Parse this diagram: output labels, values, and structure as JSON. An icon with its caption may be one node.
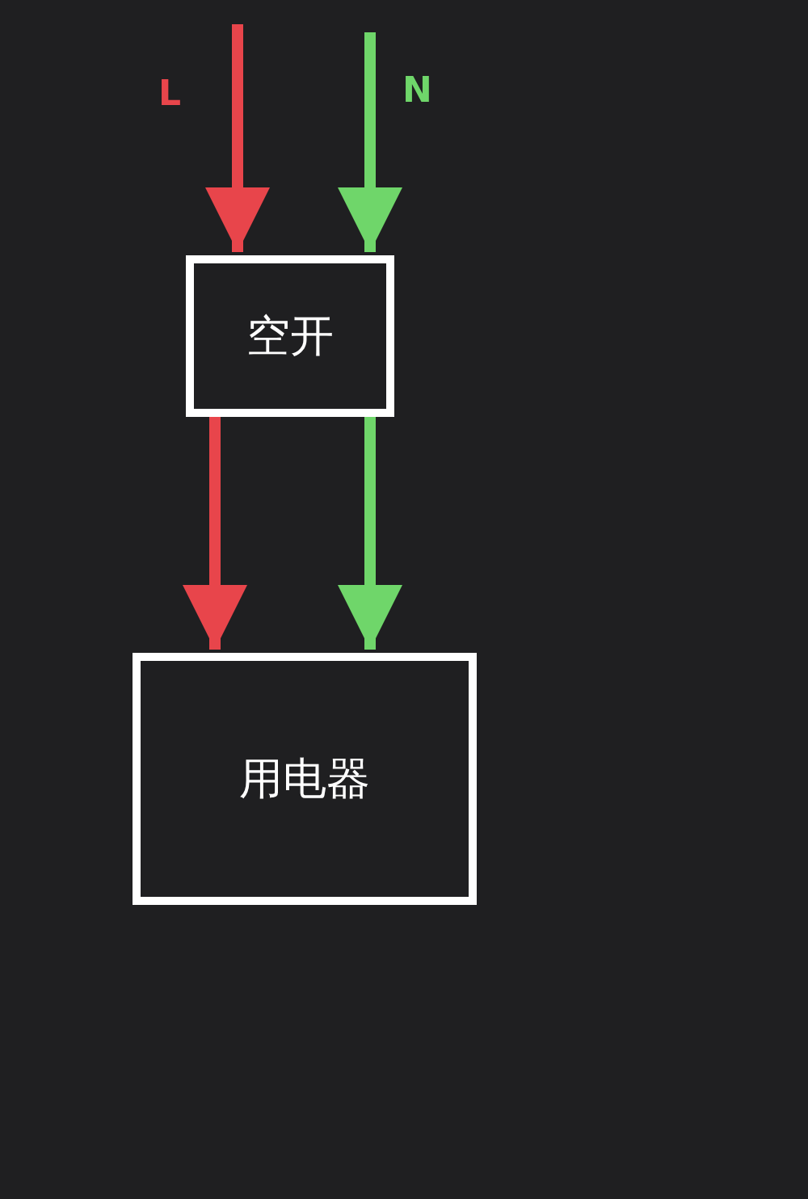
{
  "diagram": {
    "nodes": [
      {
        "text": [
          "空开"
        ]
      },
      {
        "text": [
          "用电器"
        ]
      }
    ],
    "edges": [
      {
        "from": null,
        "to": 0,
        "arrow": "to",
        "label": "L",
        "color": "#e8454b"
      },
      {
        "from": null,
        "to": 0,
        "arrow": "to",
        "label": "N",
        "color": "#6fd66a"
      },
      {
        "from": 0,
        "to": 1,
        "arrow": "to",
        "color": "#e8454b"
      },
      {
        "from": 0,
        "to": 1,
        "arrow": "to",
        "color": "#6fd66a"
      }
    ]
  }
}
